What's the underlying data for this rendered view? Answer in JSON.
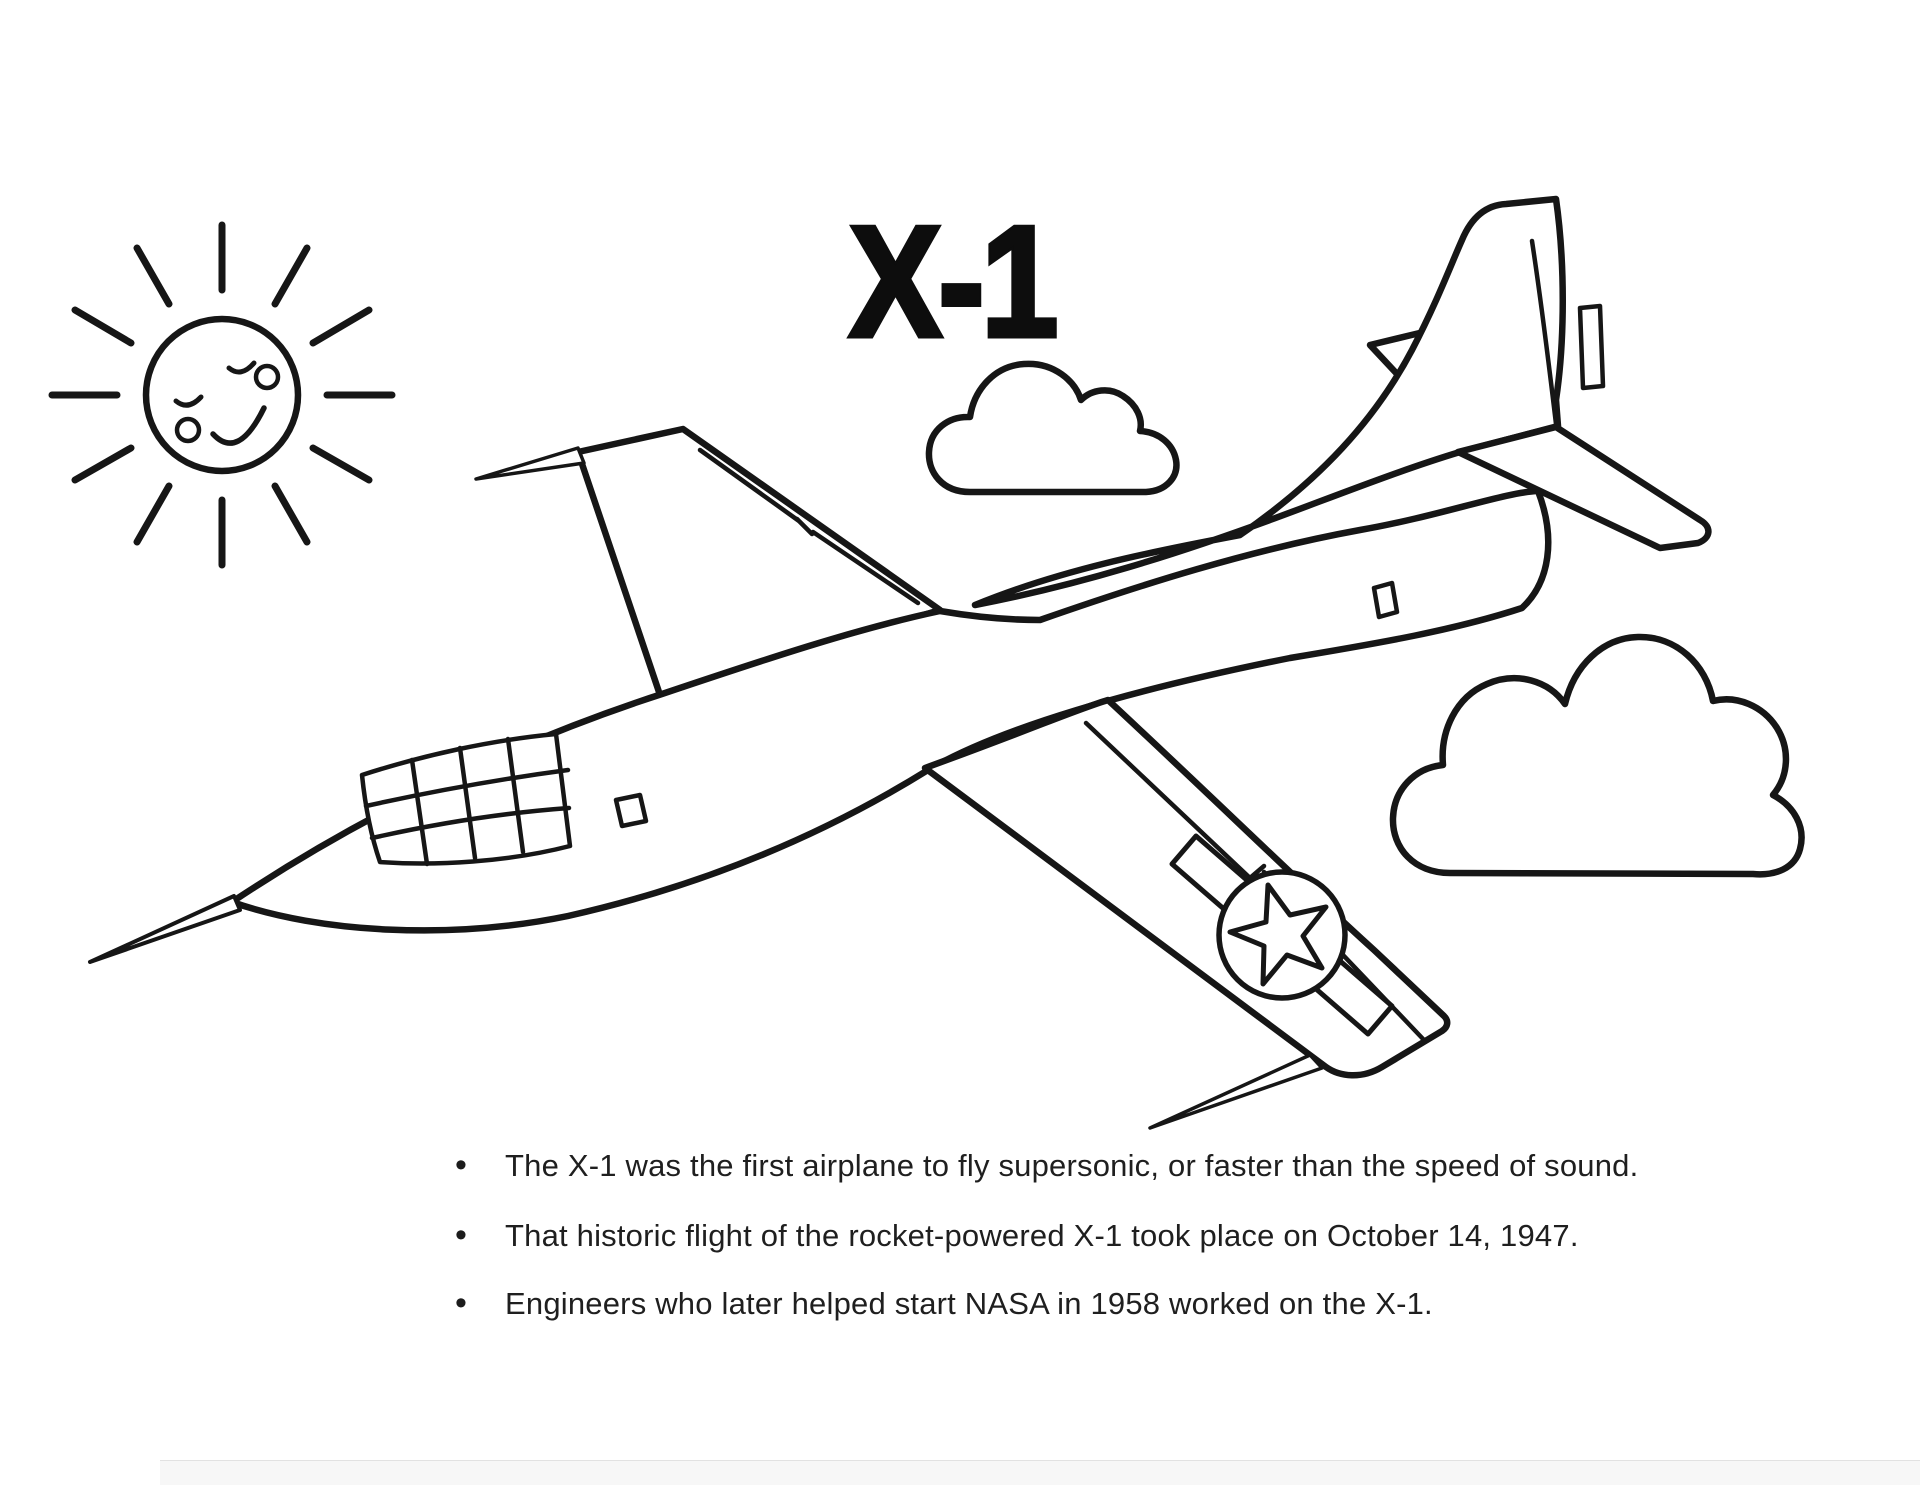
{
  "page": {
    "title": "X-1"
  },
  "facts": {
    "bullet_symbol": "•",
    "items": [
      "The X-1 was the first airplane to fly supersonic, or faster than the speed of sound.",
      "That historic flight of the rocket-powered X-1 took place on October 14, 1947.",
      "Engineers who later helped start NASA in 1958 worked on the X-1."
    ]
  },
  "scene": {
    "icons": [
      "sun-icon",
      "cloud-icon-small",
      "cloud-icon-large",
      "x1-airplane-outline",
      "usaf-star-insignia-icon"
    ],
    "colors": {
      "ink": "#161616",
      "paper": "#ffffff"
    }
  }
}
